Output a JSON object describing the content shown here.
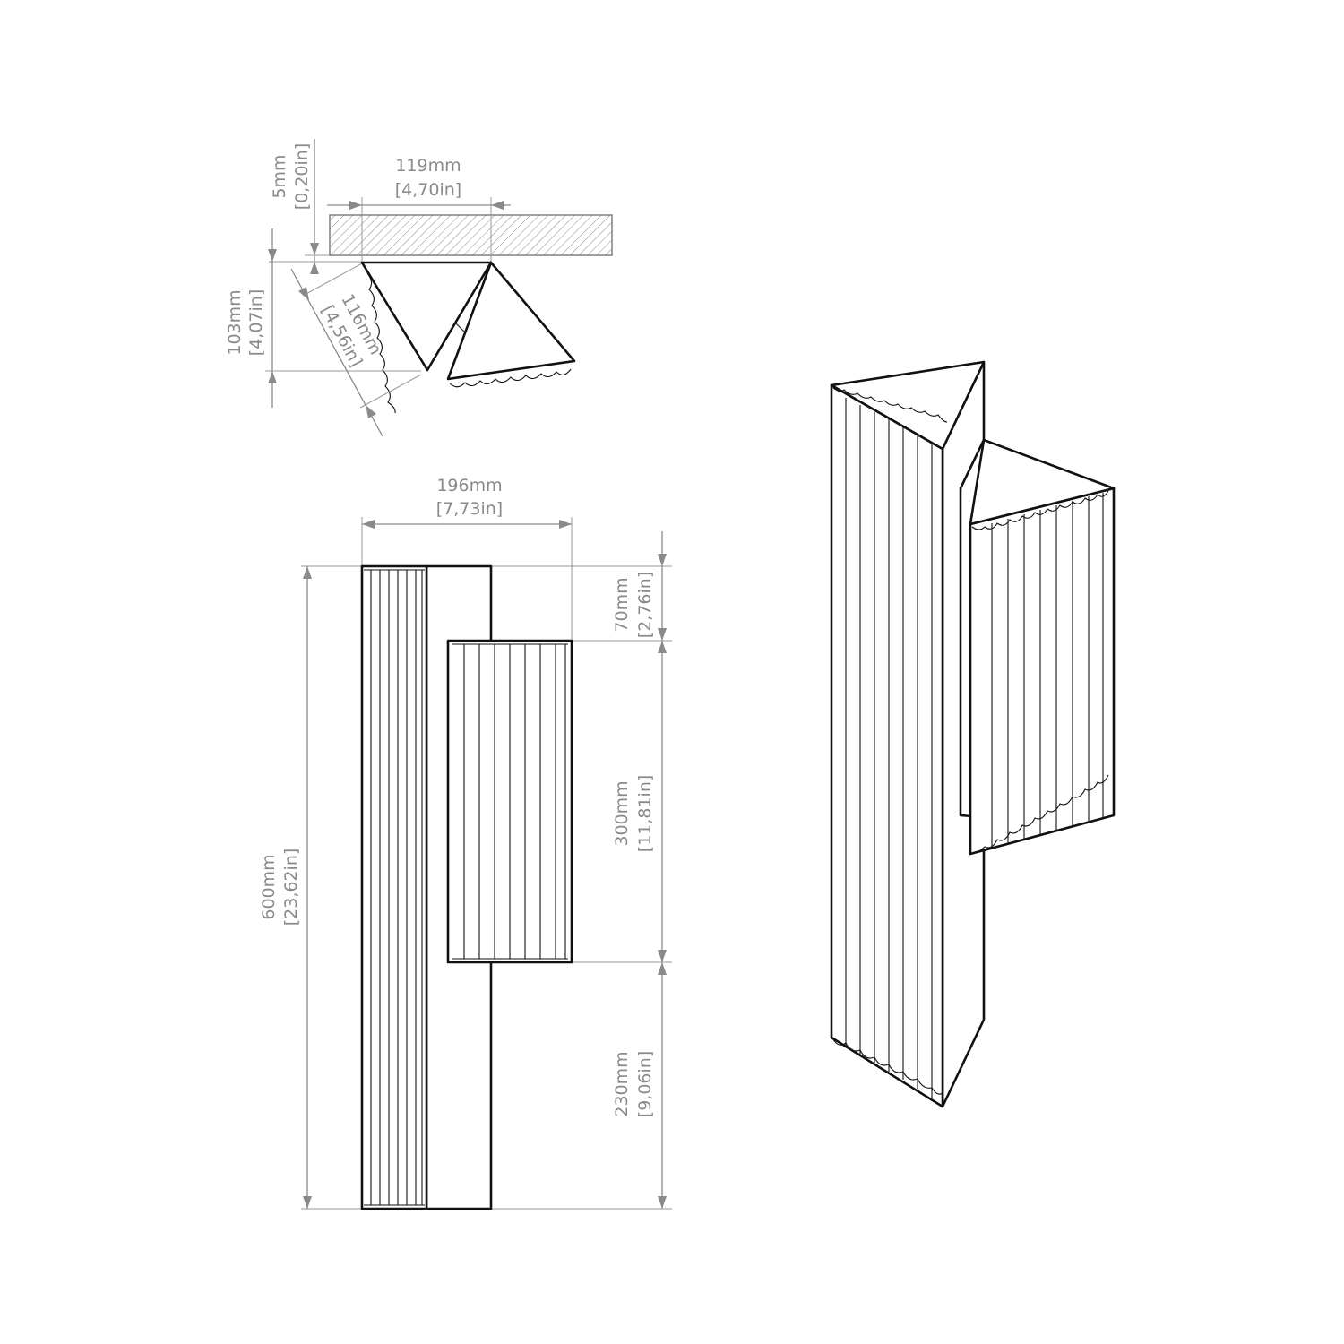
{
  "dimensions": {
    "top_depth": {
      "mm": "5mm",
      "in": "[0,20in]"
    },
    "top_width": {
      "mm": "119mm",
      "in": "[4,70in]"
    },
    "top_height": {
      "mm": "103mm",
      "in": "[4,07in]"
    },
    "top_side": {
      "mm": "116mm",
      "in": "[4,56in]"
    },
    "front_width": {
      "mm": "196mm",
      "in": "[7,73in]"
    },
    "total_height": {
      "mm": "600mm",
      "in": "[23,62in]"
    },
    "upper_offset": {
      "mm": "70mm",
      "in": "[2,76in]"
    },
    "module_height": {
      "mm": "300mm",
      "in": "[11,81in]"
    },
    "lower_offset": {
      "mm": "230mm",
      "in": "[9,06in]"
    }
  },
  "colors": {
    "line": "#111111",
    "dimension": "#8a8a8a",
    "background": "#ffffff"
  }
}
